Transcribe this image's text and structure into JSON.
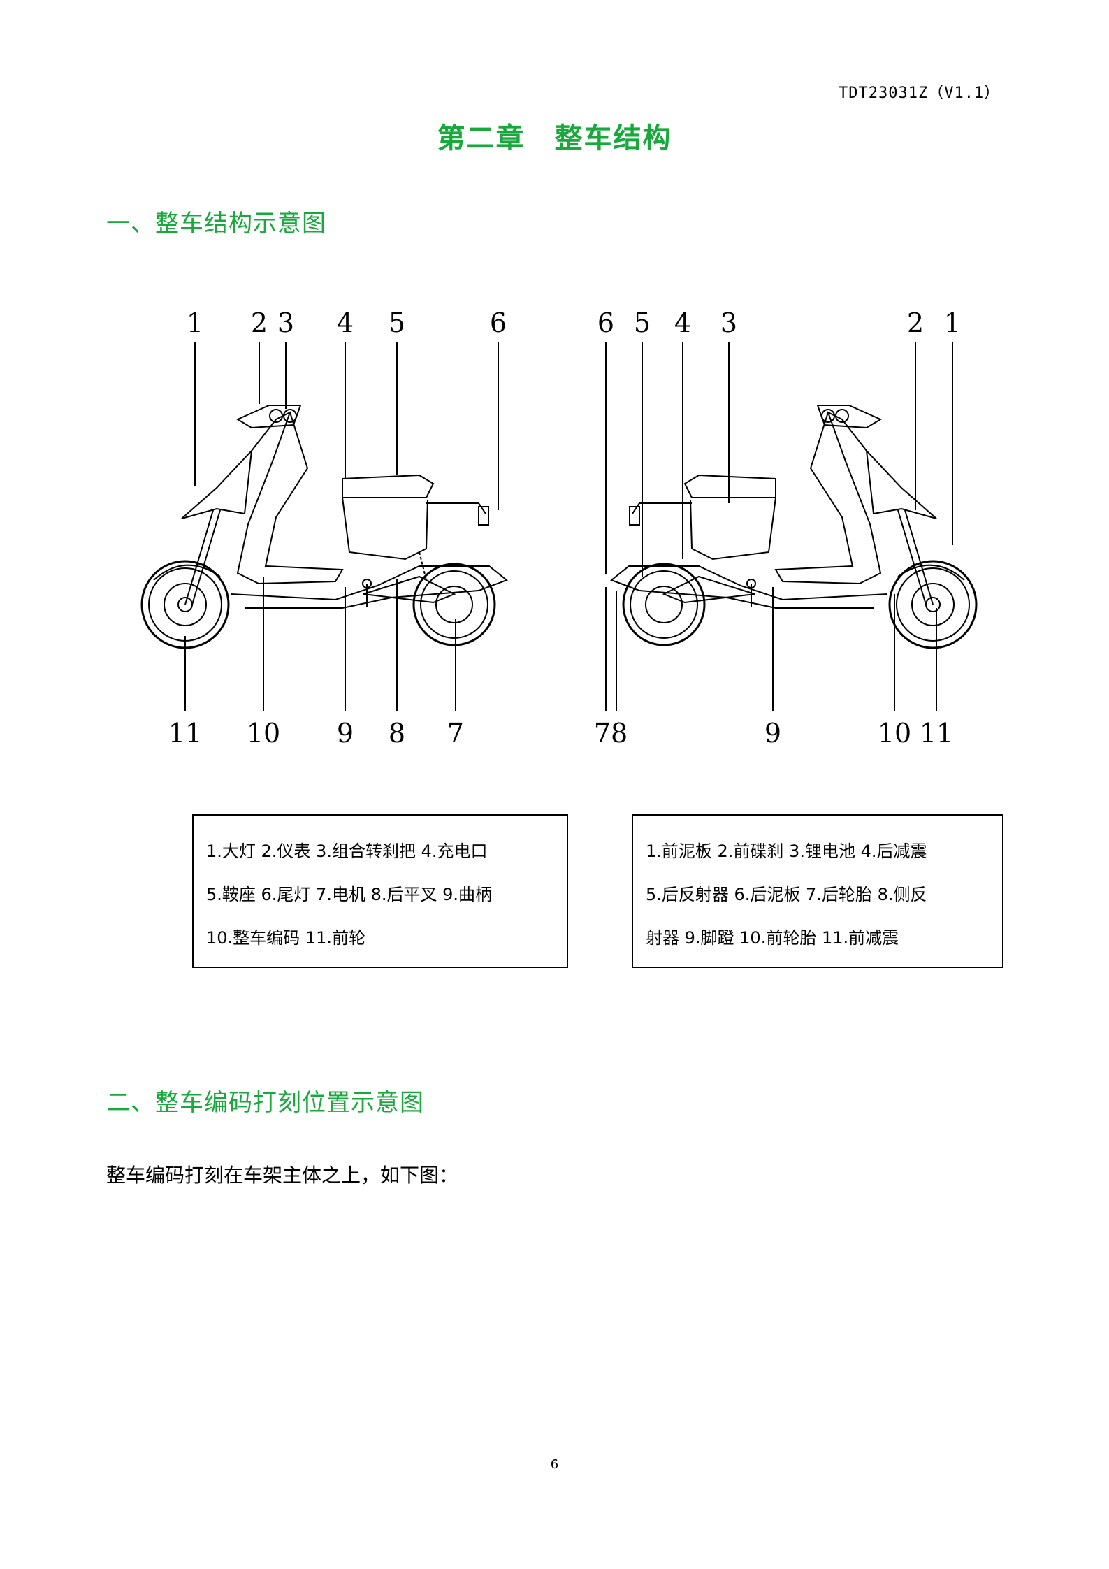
{
  "header": {
    "doc_code": "TDT23031Z（V1.1）"
  },
  "chapter_title": "第二章　整车结构",
  "section1": {
    "title": "一、整车结构示意图",
    "left_view": {
      "top_labels": [
        "1",
        "2",
        "3",
        "4",
        "5",
        "6"
      ],
      "bottom_labels": [
        "11",
        "10",
        "9",
        "8",
        "7"
      ]
    },
    "right_view": {
      "top_labels": [
        "6",
        "5",
        "4",
        "3",
        "2",
        "1"
      ],
      "bottom_labels": [
        "78",
        "9",
        "10",
        "11"
      ]
    },
    "legend_left": [
      "1.大灯  2.仪表  3.组合转刹把  4.充电口",
      "5.鞍座  6.尾灯  7.电机  8.后平叉  9.曲柄",
      "10.整车编码  11.前轮"
    ],
    "legend_right": [
      "1.前泥板  2.前碟刹  3.锂电池  4.后减震",
      "5.后反射器  6.后泥板  7.后轮胎  8.侧反",
      "射器  9.脚蹬  10.前轮胎  11.前减震"
    ]
  },
  "section2": {
    "title": "二、整车编码打刻位置示意图",
    "text": "整车编码打刻在车架主体之上，如下图："
  },
  "page_number": "6"
}
